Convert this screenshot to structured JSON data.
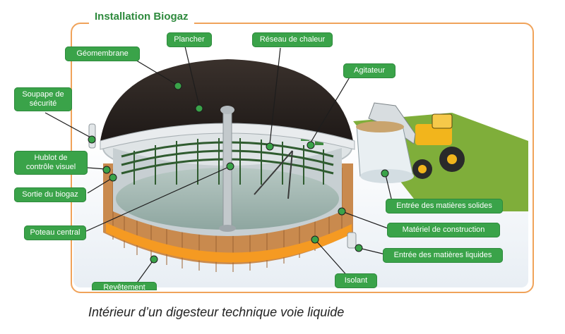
{
  "title": "Installation Biogaz",
  "labels": {
    "plancher": "Plancher",
    "reseau": "Réseau de chaleur",
    "geomembrane": "Géomembrane",
    "agitateur": "Agitateur",
    "soupape": "Soupape de\nsécurité",
    "hublot": "Hublot de\ncontrôle visuel",
    "sortie": "Sortie du biogaz",
    "poteau": "Poteau central",
    "solides": "Entrée des matières solides",
    "materiel": "Matériel de construction",
    "liquides": "Entrée des matières liquides",
    "isolant": "Isolant",
    "revetement": "Revêtement"
  },
  "caption": "Intérieur d’un digesteur technique voie liquide",
  "colors": {
    "label_green": "#3aa349",
    "title_green": "#2e8a3d",
    "frame_orange": "#f0a35a",
    "dome": "#2b2522",
    "wood": "#c98a4e",
    "insulation": "#f59a22",
    "liquid": "#9fb5b0"
  }
}
